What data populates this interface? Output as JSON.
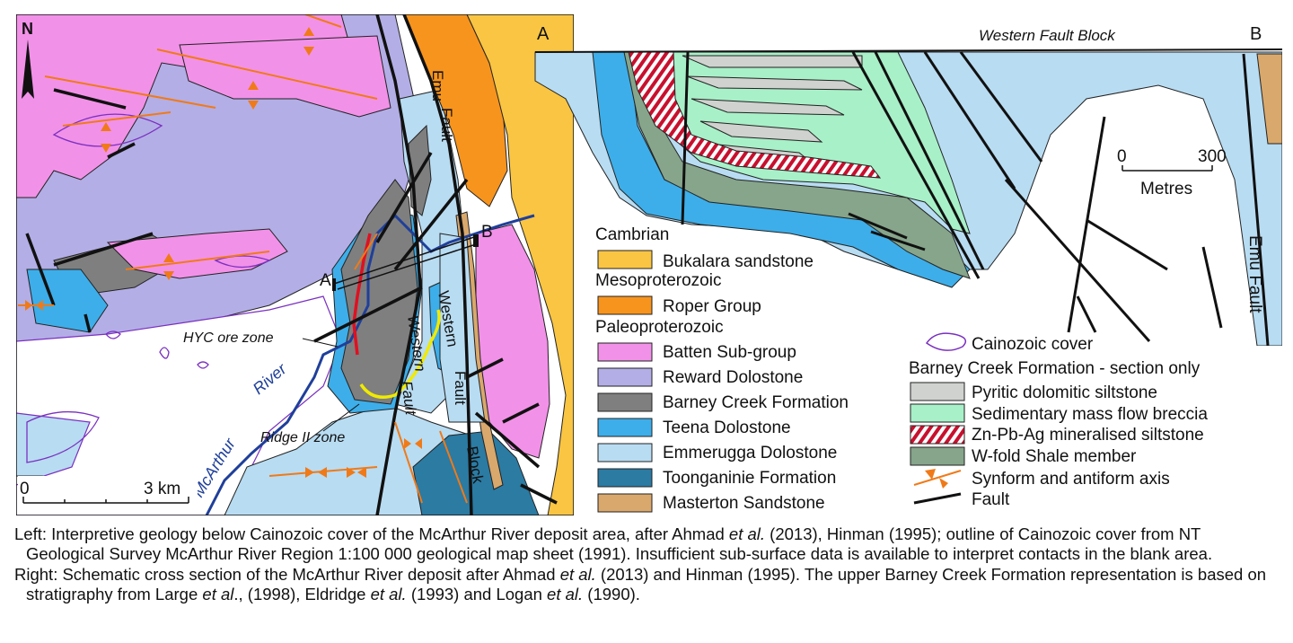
{
  "map": {
    "north_label": "N",
    "section_endpoint_a": "A",
    "section_endpoint_b": "B",
    "scale_zero": "0",
    "scale_max": "3 km",
    "labels": {
      "hyc_ore_zone": "HYC ore zone",
      "ridge_ii_zone": "Ridge II zone",
      "mcarthur": "McArthur",
      "river": "River",
      "western_fault_a": "Western",
      "western_fault_b": "Fault",
      "emu_fault_a": "Emu",
      "emu_fault_b": "Fault",
      "wfb_western": "Western",
      "wfb_fault": "Fault",
      "wfb_block": "Block"
    }
  },
  "section": {
    "end_a": "A",
    "end_b": "B",
    "title": "Western Fault Block",
    "scale_zero": "0",
    "scale_max": "300",
    "scale_unit": "Metres",
    "emu_fault_label": "Emu Fault"
  },
  "legend": {
    "eras": [
      {
        "era": "Cambrian",
        "units": [
          {
            "name": "Bukalara sandstone",
            "color": "#f9c542"
          }
        ]
      },
      {
        "era": "Mesoproterozoic",
        "units": [
          {
            "name": "Roper Group",
            "color": "#f7941d"
          }
        ]
      },
      {
        "era": "Paleoproterozoic",
        "units": [
          {
            "name": "Batten Sub-group",
            "color": "#f291e8"
          },
          {
            "name": "Reward Dolostone",
            "color": "#b3aee6"
          },
          {
            "name": "Barney Creek Formation",
            "color": "#7f7f7f"
          },
          {
            "name": "Teena Dolostone",
            "color": "#3daee9"
          },
          {
            "name": "Emmerugga Dolostone",
            "color": "#b8dcf2"
          },
          {
            "name": "Toonganinie Formation",
            "color": "#2b7ba3"
          },
          {
            "name": "Masterton Sandstone",
            "color": "#d9a86c"
          }
        ]
      }
    ],
    "cainozoic": "Cainozoic cover",
    "section_only_title": "Barney Creek Formation - section only",
    "section_units": [
      {
        "name": "Pyritic dolomitic siltstone",
        "color": "#cfd2cf"
      },
      {
        "name": "Sedimentary mass flow breccia",
        "color": "#a8f0c8"
      },
      {
        "name": "Zn-Pb-Ag mineralised siltstone",
        "color": "#c8102e"
      },
      {
        "name": "W-fold Shale  member",
        "color": "#86a58a"
      }
    ],
    "fold_axis": "Synform and antiform axis",
    "fault": "Fault"
  },
  "caption": {
    "left": {
      "p1": "Left: Interpretive geology below Cainozoic cover of the McArthur River deposit area, after Ahmad ",
      "etal1": "et al.",
      "p2": " (2013), Hinman (1995); outline of Cainozoic cover from NT Geological Survey McArthur River Region 1:100 000 geological map sheet (1991). Insufficient sub-surface data is available to interpret contacts in the blank area."
    },
    "right": {
      "p1": "Right: Schematic cross section of the McArthur River deposit after Ahmad ",
      "etal1": "et al.",
      "p2": " (2013) and Hinman (1995). The upper Barney Creek Formation representation is based on stratigraphy from Large ",
      "etal2": "et al",
      "p3": "., (1998), Eldridge ",
      "etal3": "et al.",
      "p4": " (1993) and Logan ",
      "etal4": "et al.",
      "p5": " (1990)."
    }
  }
}
